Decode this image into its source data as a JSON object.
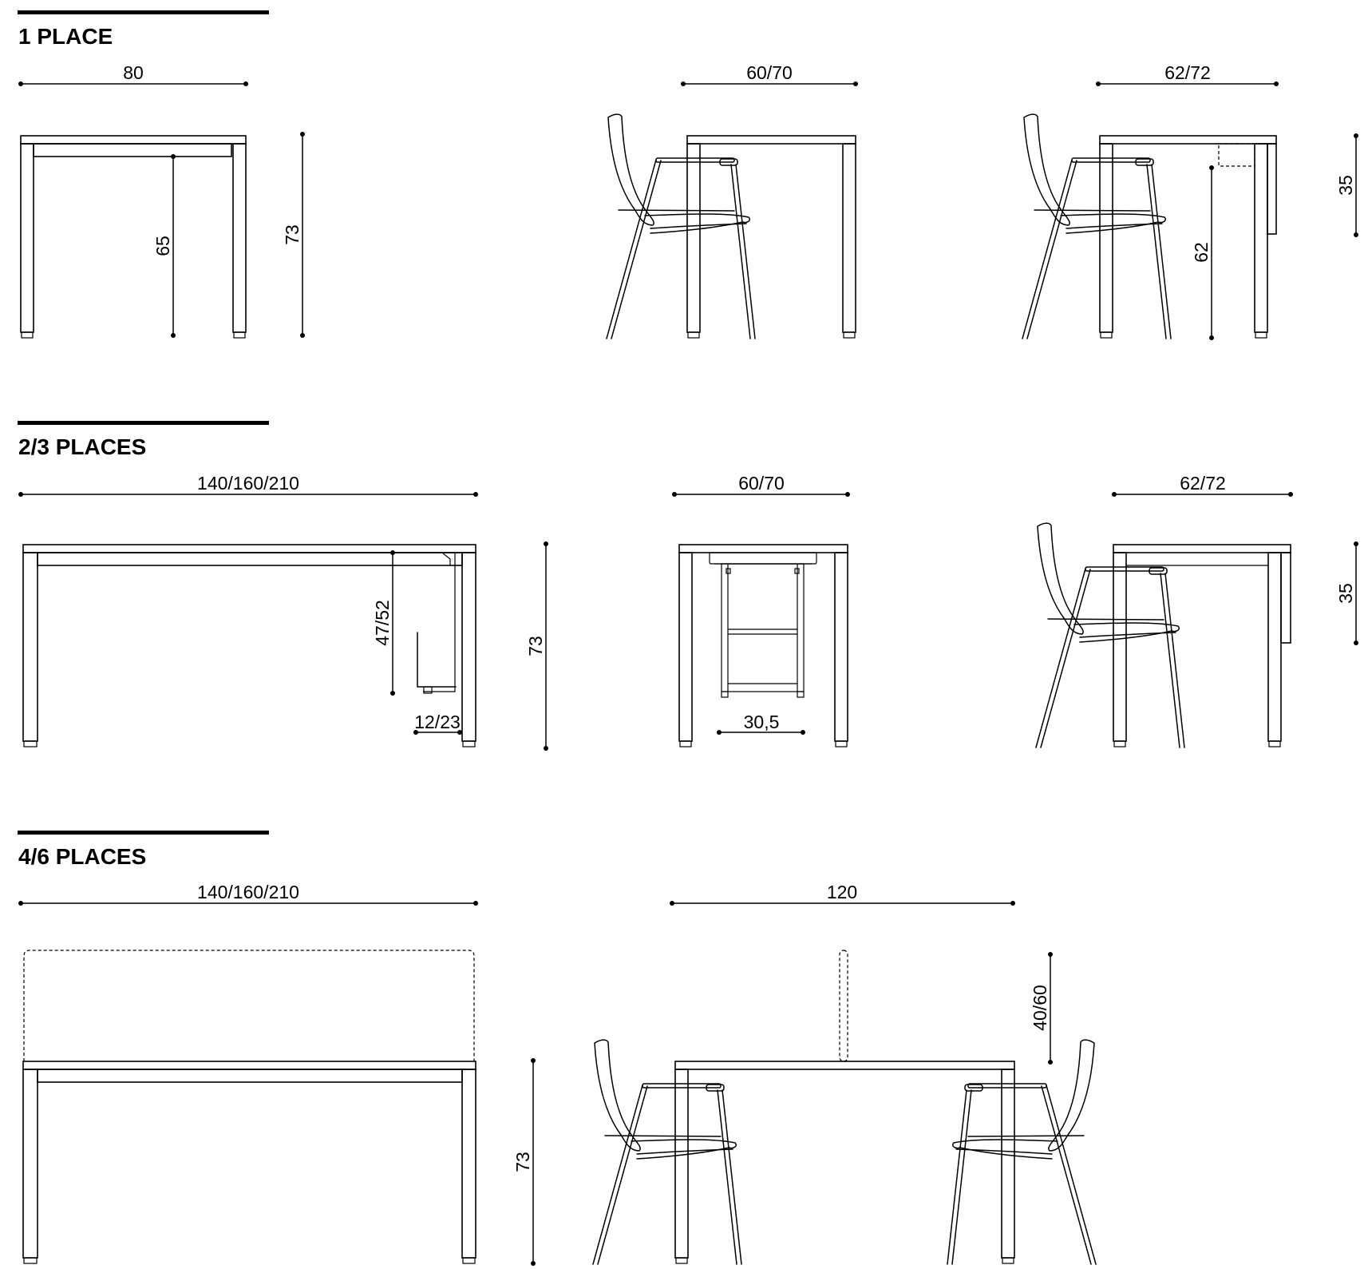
{
  "sections": [
    {
      "title": "1 PLACE"
    },
    {
      "title": "2/3 PLACES"
    },
    {
      "title": "4/6 PLACES"
    }
  ],
  "dimensions": {
    "s1_front_width": "80",
    "s1_front_leg_clearance": "65",
    "s1_front_height": "73",
    "s1_side_depth": "60/70",
    "s1_panel_depth": "62/72",
    "s1_panel_height": "35",
    "s1_panel_clearance": "62",
    "s2_front_width": "140/160/210",
    "s2_cpu_height": "47/52",
    "s2_cpu_width": "12/23",
    "s2_height": "73",
    "s2_side_depth": "60/70",
    "s2_cpu_depth": "30,5",
    "s2_panel_depth": "62/72",
    "s2_panel_height": "35",
    "s3_front_width": "140/160/210",
    "s3_height": "73",
    "s3_side_depth": "120",
    "s3_screen_height": "40/60"
  }
}
